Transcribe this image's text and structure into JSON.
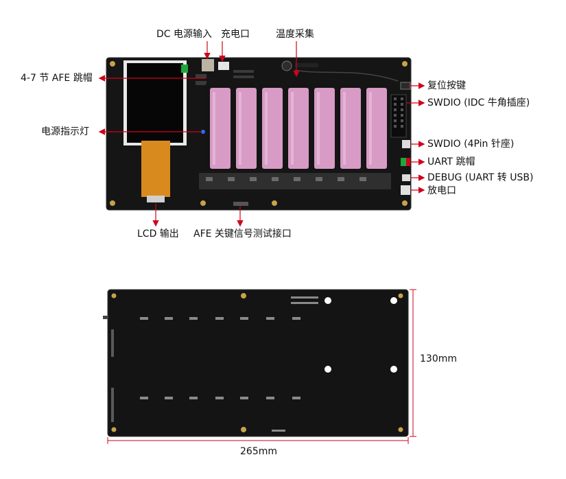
{
  "colors": {
    "board": "#141414",
    "board_edge": "#2a2a2a",
    "battery": "#d69ac4",
    "battery_band": "#b879a6",
    "arrow": "#d0021b",
    "connector": "#e0e0e0",
    "lcd_fpc": "#d98a1e",
    "dimension_line": "#d0021b"
  },
  "top_labels": {
    "dc_input": "DC 电源输入",
    "charge_port": "充电口",
    "temp_sampling": "温度采集"
  },
  "left_labels": {
    "afe_jumper": "4-7 节 AFE 跳帽",
    "power_led": "电源指示灯"
  },
  "right_labels": {
    "reset_button": "复位按键",
    "swdio_idc": "SWDIO (IDC 牛角插座)",
    "swdio_4pin": "SWDIO (4Pin 针座)",
    "uart_jumper": "UART 跳帽",
    "debug_uart": "DEBUG (UART 转 USB)",
    "discharge_port": "放电口"
  },
  "bottom_labels": {
    "lcd_output": "LCD 输出",
    "afe_test": "AFE 关键信号测试接口"
  },
  "dimensions": {
    "height": "130mm",
    "width": "265mm"
  },
  "icons": [
    "arrow-icon",
    "battery-icon",
    "lcd-screen-icon",
    "mounting-hole-icon"
  ]
}
